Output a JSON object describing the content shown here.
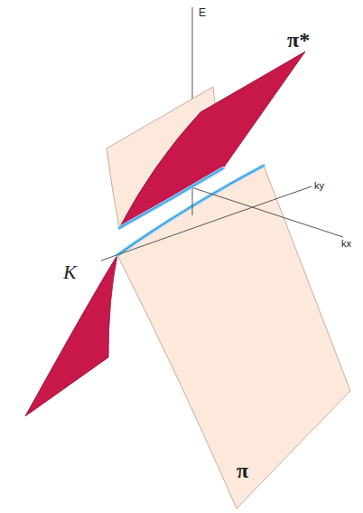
{
  "diagram": {
    "labels": [
      "E",
      "π*",
      "ky",
      "K",
      "kx",
      "π"
    ]
  }
}
